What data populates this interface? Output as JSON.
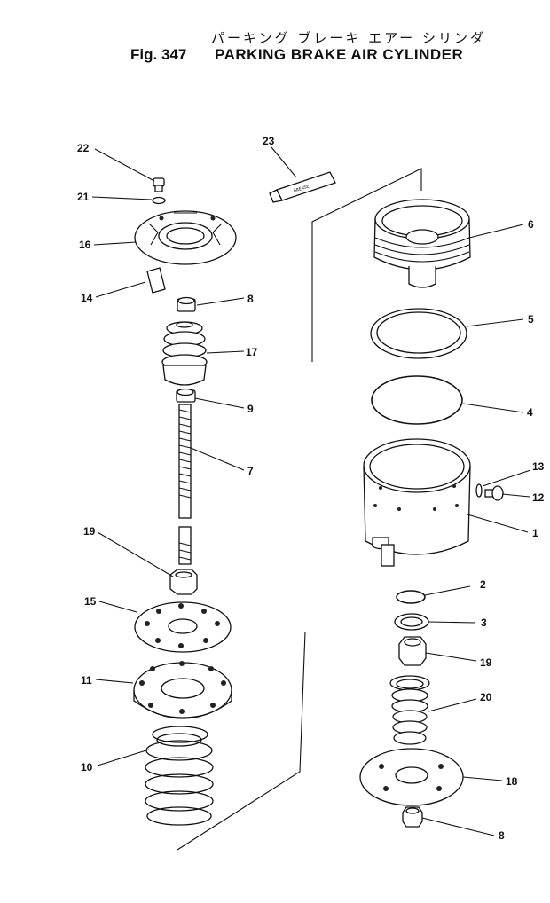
{
  "figure": {
    "title_jp": "パーキング ブレーキ エアー シリンダ",
    "fig_number": "Fig. 347",
    "title": "PARKING BRAKE AIR CYLINDER"
  },
  "callouts": {
    "c1": "1",
    "c2": "2",
    "c3": "3",
    "c4": "4",
    "c5": "5",
    "c6": "6",
    "c7": "7",
    "c8a": "8",
    "c8b": "8",
    "c9": "9",
    "c10": "10",
    "c11": "11",
    "c12": "12",
    "c13": "13",
    "c14": "14",
    "c15": "15",
    "c16": "16",
    "c17": "17",
    "c18": "18",
    "c19a": "19",
    "c19b": "19",
    "c20": "20",
    "c21": "21",
    "c22": "22",
    "c23": "23"
  },
  "tube_label": "GREASE"
}
